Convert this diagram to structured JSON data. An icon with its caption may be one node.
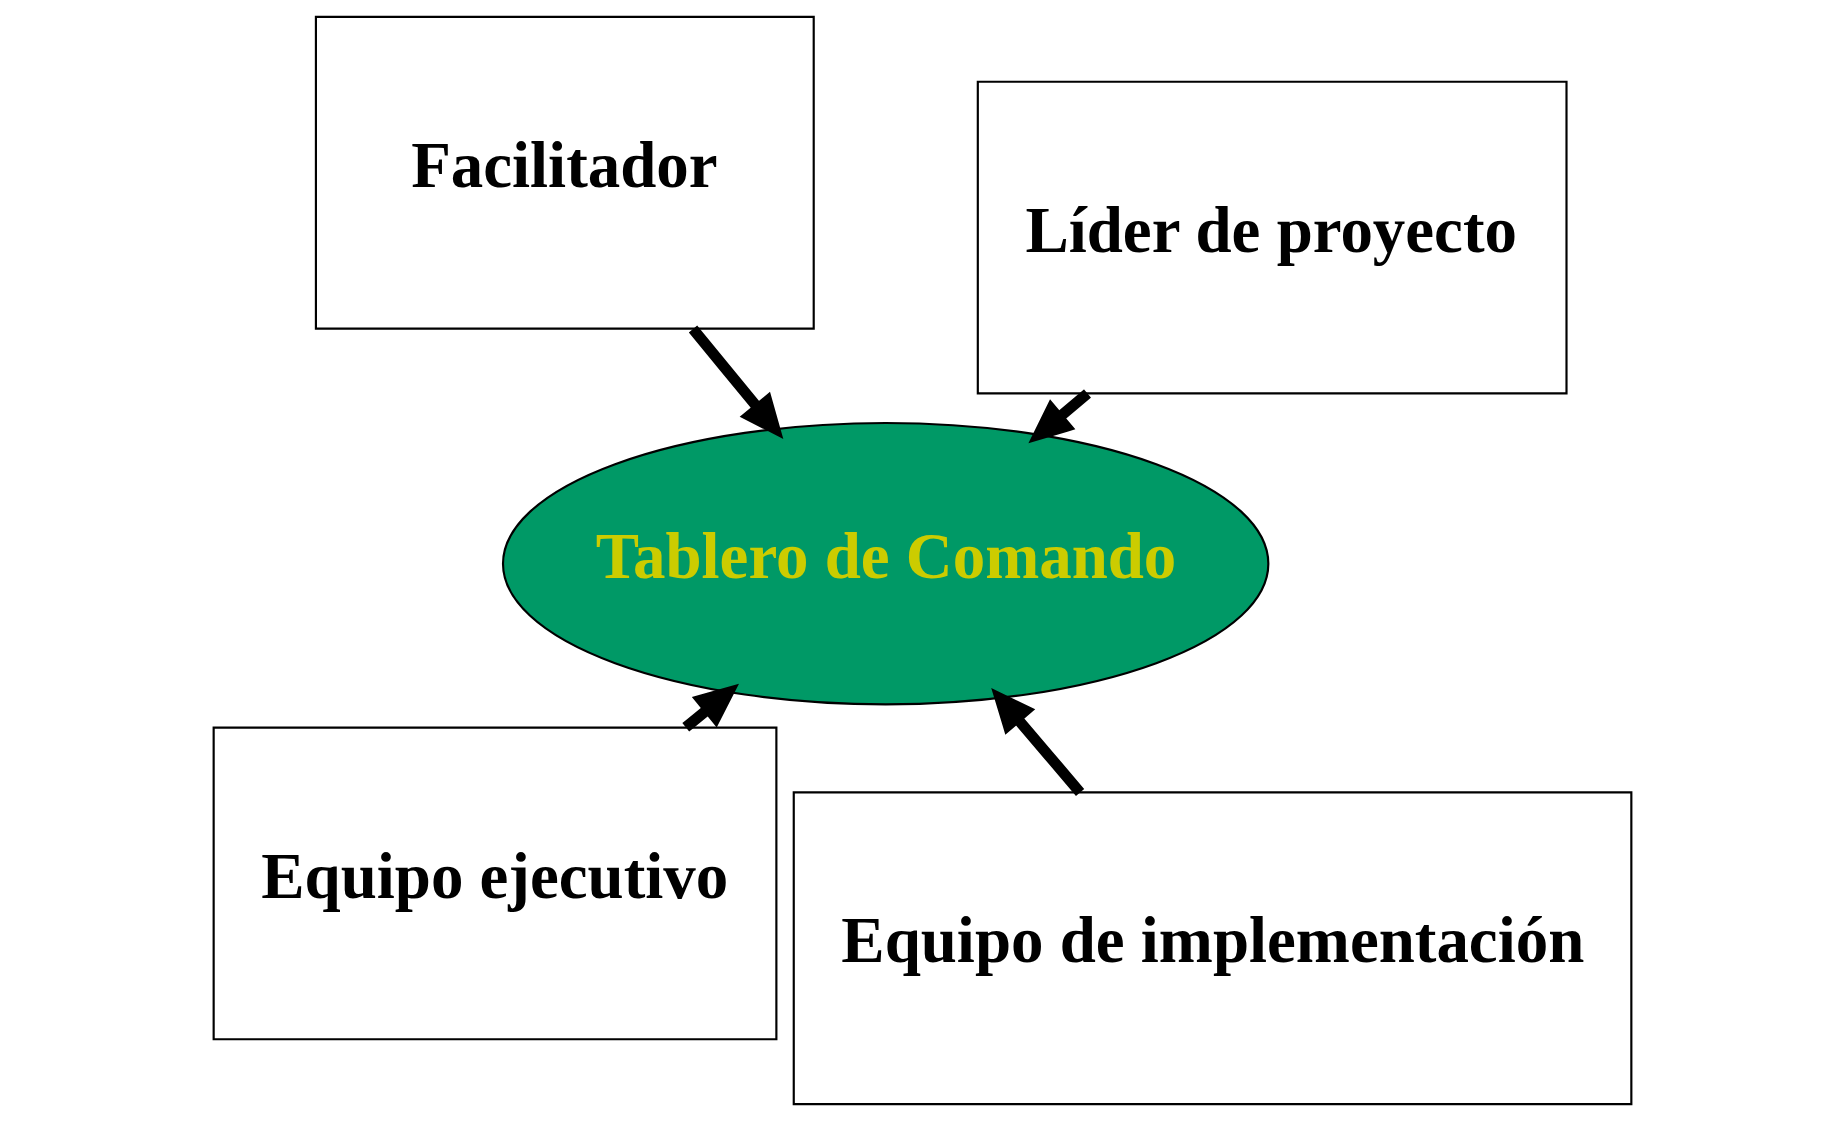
{
  "diagram": {
    "nodes": [
      {
        "text": [
          "Equipo ejecutivo"
        ]
      },
      {
        "text": [
          "Equipo de implementación"
        ]
      },
      {
        "text": [
          "Tablero de Comando"
        ]
      },
      {
        "text": [
          "Facilitador"
        ]
      },
      {
        "text": [
          "Líder de proyecto"
        ]
      }
    ],
    "edges": [
      {
        "from": 0,
        "to": 2,
        "arrow": "to"
      },
      {
        "from": 1,
        "to": 2,
        "arrow": "to"
      },
      {
        "from": 3,
        "to": 2,
        "arrow": "to"
      },
      {
        "from": 4,
        "to": 2,
        "arrow": "to"
      }
    ]
  }
}
